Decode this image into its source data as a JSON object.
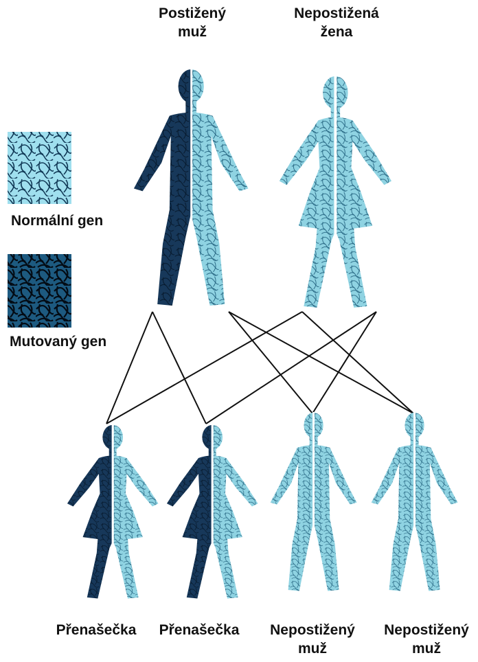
{
  "colors": {
    "mutated": "#17385a",
    "mutated_line": "#06182b",
    "normal": "#8fd3e2",
    "normal_line": "#1f5f7c",
    "swatch_normal": "#9fdfee",
    "swatch_mutated": "#1d5a80"
  },
  "legend": {
    "normal_label": "Normální gen",
    "mutated_label": "Mutovaný gen"
  },
  "parents": {
    "father": {
      "line1": "Postižený",
      "line2": "muž",
      "icon": "male-figure-half-mutated"
    },
    "mother": {
      "line1": "Nepostižená",
      "line2": "žena",
      "icon": "female-figure-normal"
    }
  },
  "children": [
    {
      "line1": "Přenašečka",
      "line2": "",
      "icon": "female-figure-carrier"
    },
    {
      "line1": "Přenašečka",
      "line2": "",
      "icon": "female-figure-carrier"
    },
    {
      "line1": "Nepostižený",
      "line2": "muž",
      "icon": "male-figure-normal"
    },
    {
      "line1": "Nepostižený",
      "line2": "muž",
      "icon": "male-figure-normal"
    }
  ]
}
